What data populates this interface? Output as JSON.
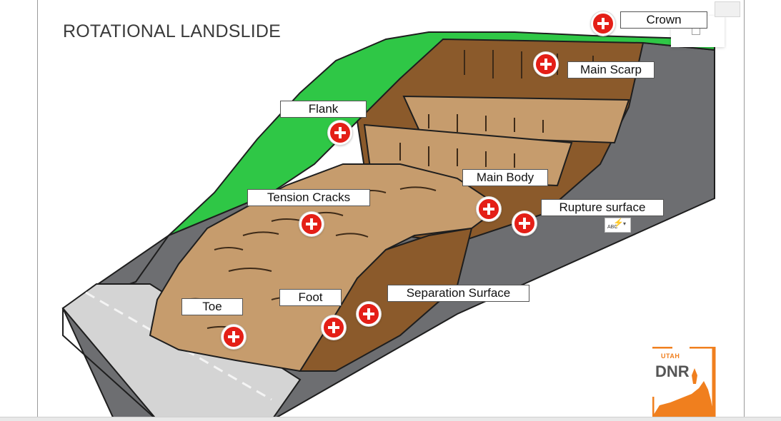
{
  "title": "ROTATIONAL LANDSLIDE",
  "labels": {
    "crown": "Crown",
    "main_scarp": "Main Scarp",
    "flank": "Flank",
    "main_body": "Main Body",
    "tension_cracks": "Tension Cracks",
    "rupture_surface": "Rupture surface",
    "separation_surface": "Separation Surface",
    "foot": "Foot",
    "toe": "Toe"
  },
  "logo": {
    "state": "UTAH",
    "org": "DNR"
  },
  "spellcheck_widget": {
    "text": "ABC"
  },
  "colors": {
    "grass": "#2fc746",
    "soil_light": "#c69c6d",
    "soil_dark": "#8b5a2b",
    "rock": "#6d6e71",
    "road": "#cfcfcf",
    "hotspot": "#e41f17",
    "logo_orange": "#f07f1e"
  },
  "icons": [
    "plus-hotspot-icon",
    "fullscreen-icon",
    "popout-icon",
    "spellcheck-icon"
  ]
}
